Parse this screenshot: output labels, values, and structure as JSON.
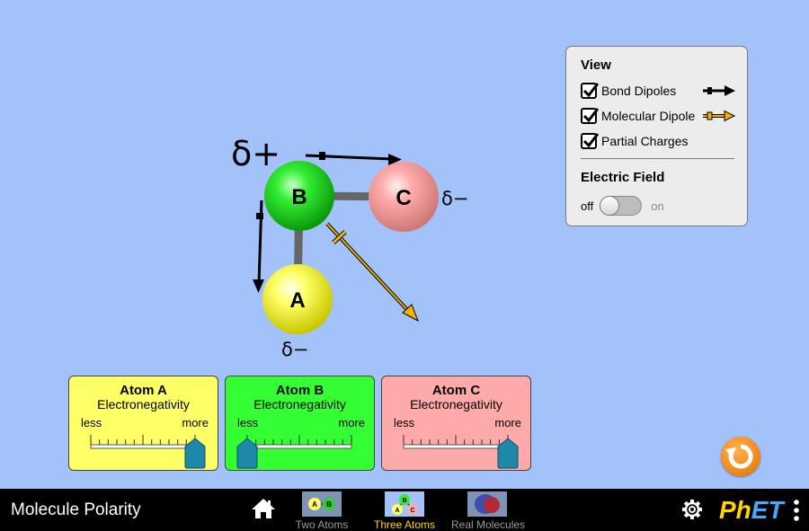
{
  "scene": {
    "atoms": [
      {
        "id": "A",
        "label": "A",
        "color": "#ffff66"
      },
      {
        "id": "B",
        "label": "B",
        "color": "#33ee33"
      },
      {
        "id": "C",
        "label": "C",
        "color": "#ffaaaa"
      }
    ],
    "partial_charges": {
      "B": "δ+",
      "A": "δ−",
      "C": "δ−"
    }
  },
  "view_panel": {
    "title": "View",
    "checkboxes": [
      {
        "label": "Bond Dipoles",
        "checked": true,
        "icon": "bond-dipole-arrow-icon"
      },
      {
        "label": "Molecular Dipole",
        "checked": true,
        "icon": "molecular-dipole-arrow-icon"
      },
      {
        "label": "Partial Charges",
        "checked": true
      }
    ],
    "electric_field": {
      "title": "Electric Field",
      "off_label": "off",
      "on_label": "on",
      "value": "off"
    }
  },
  "electronegativity": [
    {
      "title": "Atom A",
      "subtitle": "Electronegativity",
      "less": "less",
      "more": "more",
      "color": "#ffff66",
      "value": 1.0
    },
    {
      "title": "Atom B",
      "subtitle": "Electronegativity",
      "less": "less",
      "more": "more",
      "color": "#33ff33",
      "value": 0.0
    },
    {
      "title": "Atom C",
      "subtitle": "Electronegativity",
      "less": "less",
      "more": "more",
      "color": "#ffaaaa",
      "value": 1.0
    }
  ],
  "navbar": {
    "sim_title": "Molecule Polarity",
    "screens": [
      {
        "label": "Two Atoms",
        "active": false
      },
      {
        "label": "Three Atoms",
        "active": true
      },
      {
        "label": "Real Molecules",
        "active": false
      }
    ],
    "logo": {
      "p": "Ph",
      "e": "ET"
    }
  },
  "colors": {
    "background": "#a2c2f9",
    "panel": "#ececec",
    "dipole": "#f0b400",
    "reset": "#f08214",
    "active_tab": "#ffd400"
  }
}
